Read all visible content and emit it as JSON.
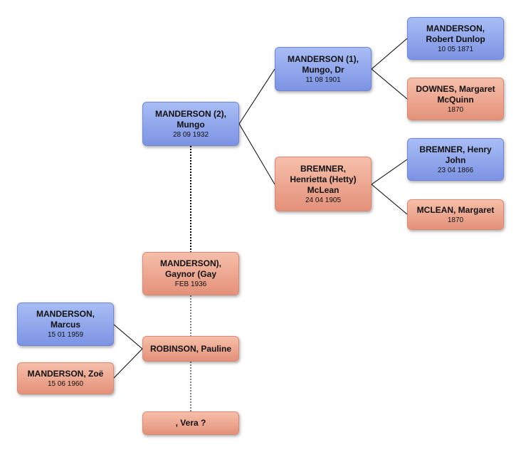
{
  "people": {
    "mungo2": {
      "name": "MANDERSON (2), Mungo",
      "date": "28 09 1932"
    },
    "mungo1": {
      "name": "MANDERSON (1), Mungo, Dr",
      "date": "11 08 1901"
    },
    "henrietta": {
      "name": "BREMNER, Henrietta (Hetty) McLean",
      "date": "24 04 1905"
    },
    "robert": {
      "name": "MANDERSON, Robert Dunlop",
      "date": "10 05 1871"
    },
    "margaret_d": {
      "name": "DOWNES, Margaret McQuinn",
      "date": "1870"
    },
    "henry": {
      "name": "BREMNER, Henry John",
      "date": "23 04 1866"
    },
    "margaret_m": {
      "name": "MCLEAN, Margaret",
      "date": "1870"
    },
    "gaynor": {
      "name": "MANDERSON), Gaynor (Gay",
      "date": "FEB 1936"
    },
    "pauline": {
      "name": "ROBINSON, Pauline",
      "date": ""
    },
    "vera": {
      "name": ", Vera ?",
      "date": ""
    },
    "marcus": {
      "name": "MANDERSON, Marcus",
      "date": "15 01 1959"
    },
    "zoe": {
      "name": "MANDERSON, Zoë",
      "date": "15 06 1960"
    }
  },
  "colors": {
    "male": "#8ba2ea",
    "female": "#eda38b",
    "line": "#000000"
  }
}
